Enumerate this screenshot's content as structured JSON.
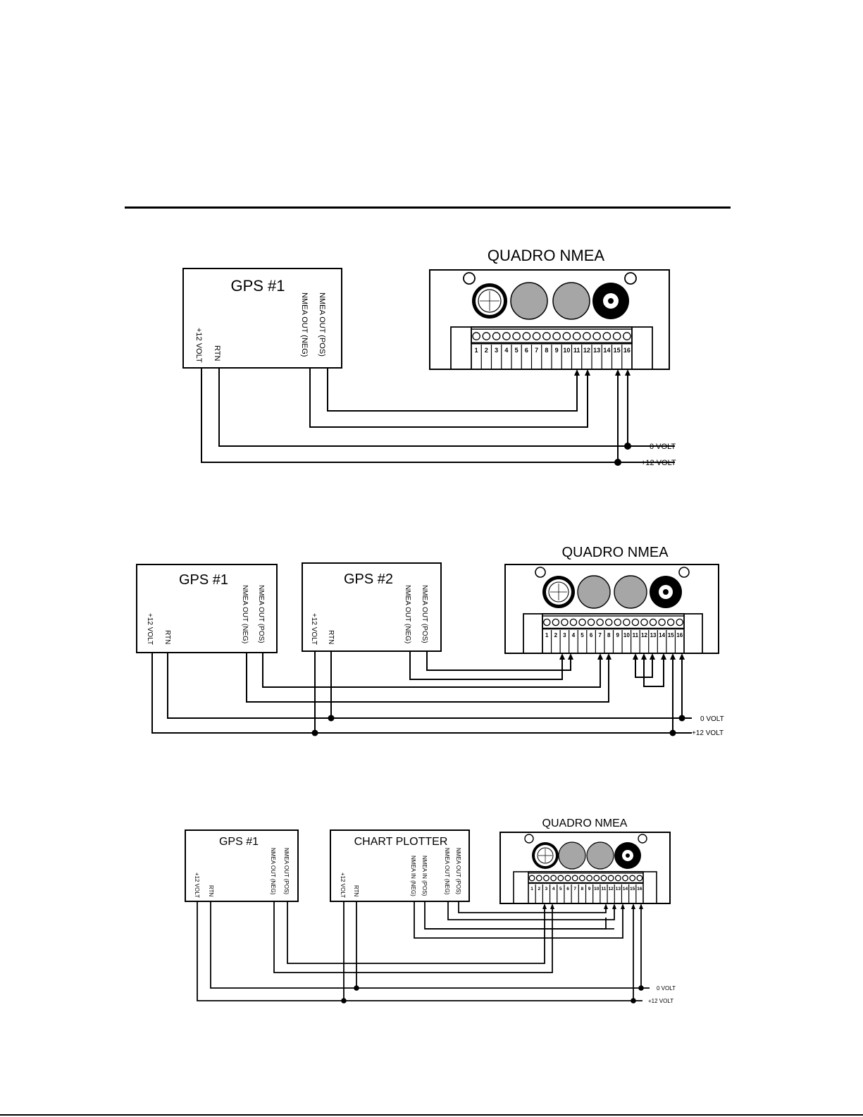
{
  "diagrams": [
    {
      "quadro": {
        "title": "QUADRO NMEA",
        "terminals": [
          "1",
          "2",
          "3",
          "4",
          "5",
          "6",
          "7",
          "8",
          "9",
          "10",
          "11",
          "12",
          "13",
          "14",
          "15",
          "16"
        ]
      },
      "devices": [
        {
          "title": "GPS #1",
          "pins": [
            "+12 VOLT",
            "RTN",
            "NMEA OUT (NEG)",
            "NMEA OUT (POS)"
          ]
        }
      ],
      "rails": {
        "zero": "0 VOLT",
        "plus": "+12 VOLT"
      }
    },
    {
      "quadro": {
        "title": "QUADRO NMEA",
        "terminals": [
          "1",
          "2",
          "3",
          "4",
          "5",
          "6",
          "7",
          "8",
          "9",
          "10",
          "11",
          "12",
          "13",
          "14",
          "15",
          "16"
        ]
      },
      "devices": [
        {
          "title": "GPS #1",
          "pins": [
            "+12 VOLT",
            "RTN",
            "NMEA OUT (NEG)",
            "NMEA OUT (POS)"
          ]
        },
        {
          "title": "GPS #2",
          "pins": [
            "+12 VOLT",
            "RTN",
            "NMEA OUT (NEG)",
            "NMEA OUT (POS)"
          ]
        }
      ],
      "rails": {
        "zero": "0 VOLT",
        "plus": "+12 VOLT"
      }
    },
    {
      "quadro": {
        "title": "QUADRO NMEA",
        "terminals": [
          "1",
          "2",
          "3",
          "4",
          "5",
          "6",
          "7",
          "8",
          "9",
          "10",
          "11",
          "12",
          "13",
          "14",
          "15",
          "16"
        ]
      },
      "devices": [
        {
          "title": "GPS #1",
          "pins": [
            "+12 VOLT",
            "RTN",
            "NMEA OUT (NEG)",
            "NMEA OUT (POS)"
          ]
        },
        {
          "title": "CHART PLOTTER",
          "pins": [
            "+12 VOLT",
            "RTN",
            "NMEA IN (NEG)",
            "NMEA IN (POS)",
            "NMEA OUT (NEG)",
            "NMEA OUT (POS)"
          ]
        }
      ],
      "rails": {
        "zero": "0 VOLT",
        "plus": "+12 VOLT"
      }
    }
  ]
}
